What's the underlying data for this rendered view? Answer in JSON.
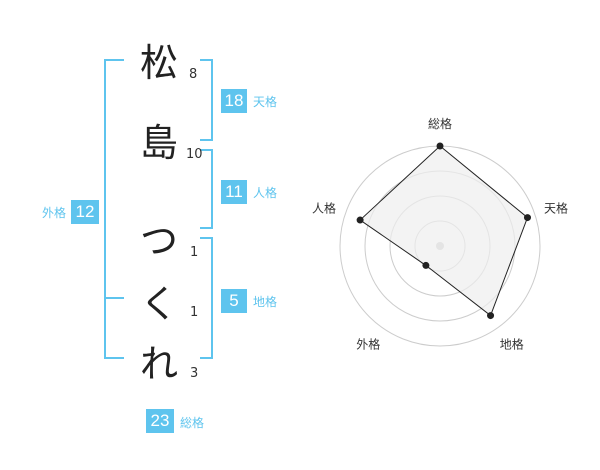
{
  "name": {
    "chars": [
      {
        "char": "松",
        "strokes": "8"
      },
      {
        "char": "島",
        "strokes": "10"
      },
      {
        "char": "つ",
        "strokes": "1"
      },
      {
        "char": "く",
        "strokes": "1"
      },
      {
        "char": "れ",
        "strokes": "3"
      }
    ]
  },
  "kaku": {
    "tenkaku": {
      "value": "18",
      "label": "天格"
    },
    "jinkaku": {
      "value": "11",
      "label": "人格"
    },
    "chikaku": {
      "value": "5",
      "label": "地格"
    },
    "gaikaku": {
      "value": "12",
      "label": "外格"
    },
    "soukaku": {
      "value": "23",
      "label": "総格"
    }
  },
  "colors": {
    "accent": "#5ec4ee",
    "text": "#222222",
    "grid": "#cccccc",
    "fill": "#eeeeee"
  },
  "chart_data": {
    "type": "radar",
    "axes": [
      "総格",
      "天格",
      "地格",
      "外格",
      "人格"
    ],
    "values": [
      5,
      4.6,
      4.3,
      1.2,
      4.2
    ],
    "rmax": 5,
    "rings": 4
  }
}
